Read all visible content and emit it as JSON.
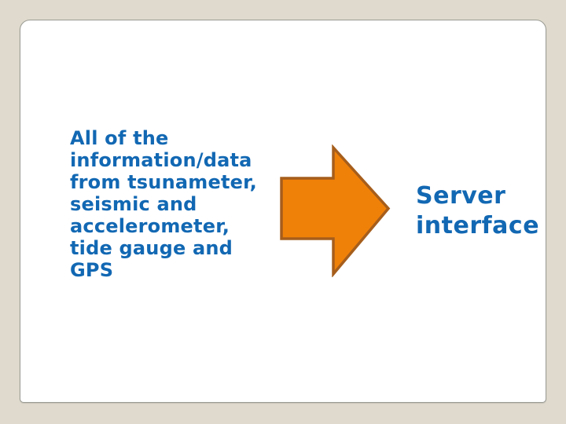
{
  "slide": {
    "background_color": "#dfdacd",
    "card_background_color": "#ffffff",
    "card_border_color": "#9a9b94",
    "text_color": "#1268b3",
    "left_block": {
      "text": "All of the\ninformation/data\nfrom tsunameter,\nseismic and\naccelerometer,\ntide gauge and\nGPS"
    },
    "arrow": {
      "icon": "right-block-arrow-icon",
      "direction": "right",
      "fill": "#f08108",
      "stroke": "#a65e1c"
    },
    "right_block": {
      "text": "Server\ninterface"
    }
  }
}
